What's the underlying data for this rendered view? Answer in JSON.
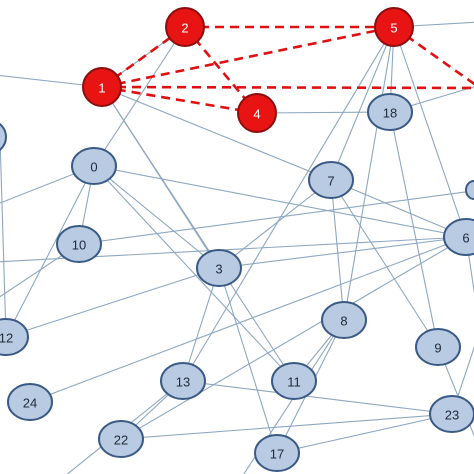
{
  "nodes": [
    {
      "id": "2",
      "label": "2",
      "highlight": true
    },
    {
      "id": "5",
      "label": "5",
      "highlight": true
    },
    {
      "id": "1",
      "label": "1",
      "highlight": true
    },
    {
      "id": "4",
      "label": "4",
      "highlight": true
    },
    {
      "id": "18",
      "label": "18",
      "highlight": false
    },
    {
      "id": "0",
      "label": "0",
      "highlight": false
    },
    {
      "id": "7",
      "label": "7",
      "highlight": false
    },
    {
      "id": "6",
      "label": "6",
      "highlight": false
    },
    {
      "id": "10",
      "label": "10",
      "highlight": false
    },
    {
      "id": "3",
      "label": "3",
      "highlight": false
    },
    {
      "id": "8",
      "label": "8",
      "highlight": false
    },
    {
      "id": "12",
      "label": "12",
      "highlight": false
    },
    {
      "id": "9",
      "label": "9",
      "highlight": false
    },
    {
      "id": "13",
      "label": "13",
      "highlight": false
    },
    {
      "id": "11",
      "label": "11",
      "highlight": false
    },
    {
      "id": "24",
      "label": "24",
      "highlight": false
    },
    {
      "id": "23",
      "label": "23",
      "highlight": false
    },
    {
      "id": "22",
      "label": "22",
      "highlight": false
    },
    {
      "id": "17",
      "label": "17",
      "highlight": false
    }
  ],
  "highlighted_edges": [
    [
      "1",
      "2"
    ],
    [
      "2",
      "5"
    ],
    [
      "2",
      "4"
    ],
    [
      "1",
      "4"
    ],
    [
      "1",
      "5"
    ]
  ],
  "colors": {
    "highlight_node": "#e81414",
    "normal_node": "#b9cbe2",
    "node_stroke": "#3a5a85",
    "edge": "#8ea7c1",
    "highlight_edge": "#e01010"
  }
}
